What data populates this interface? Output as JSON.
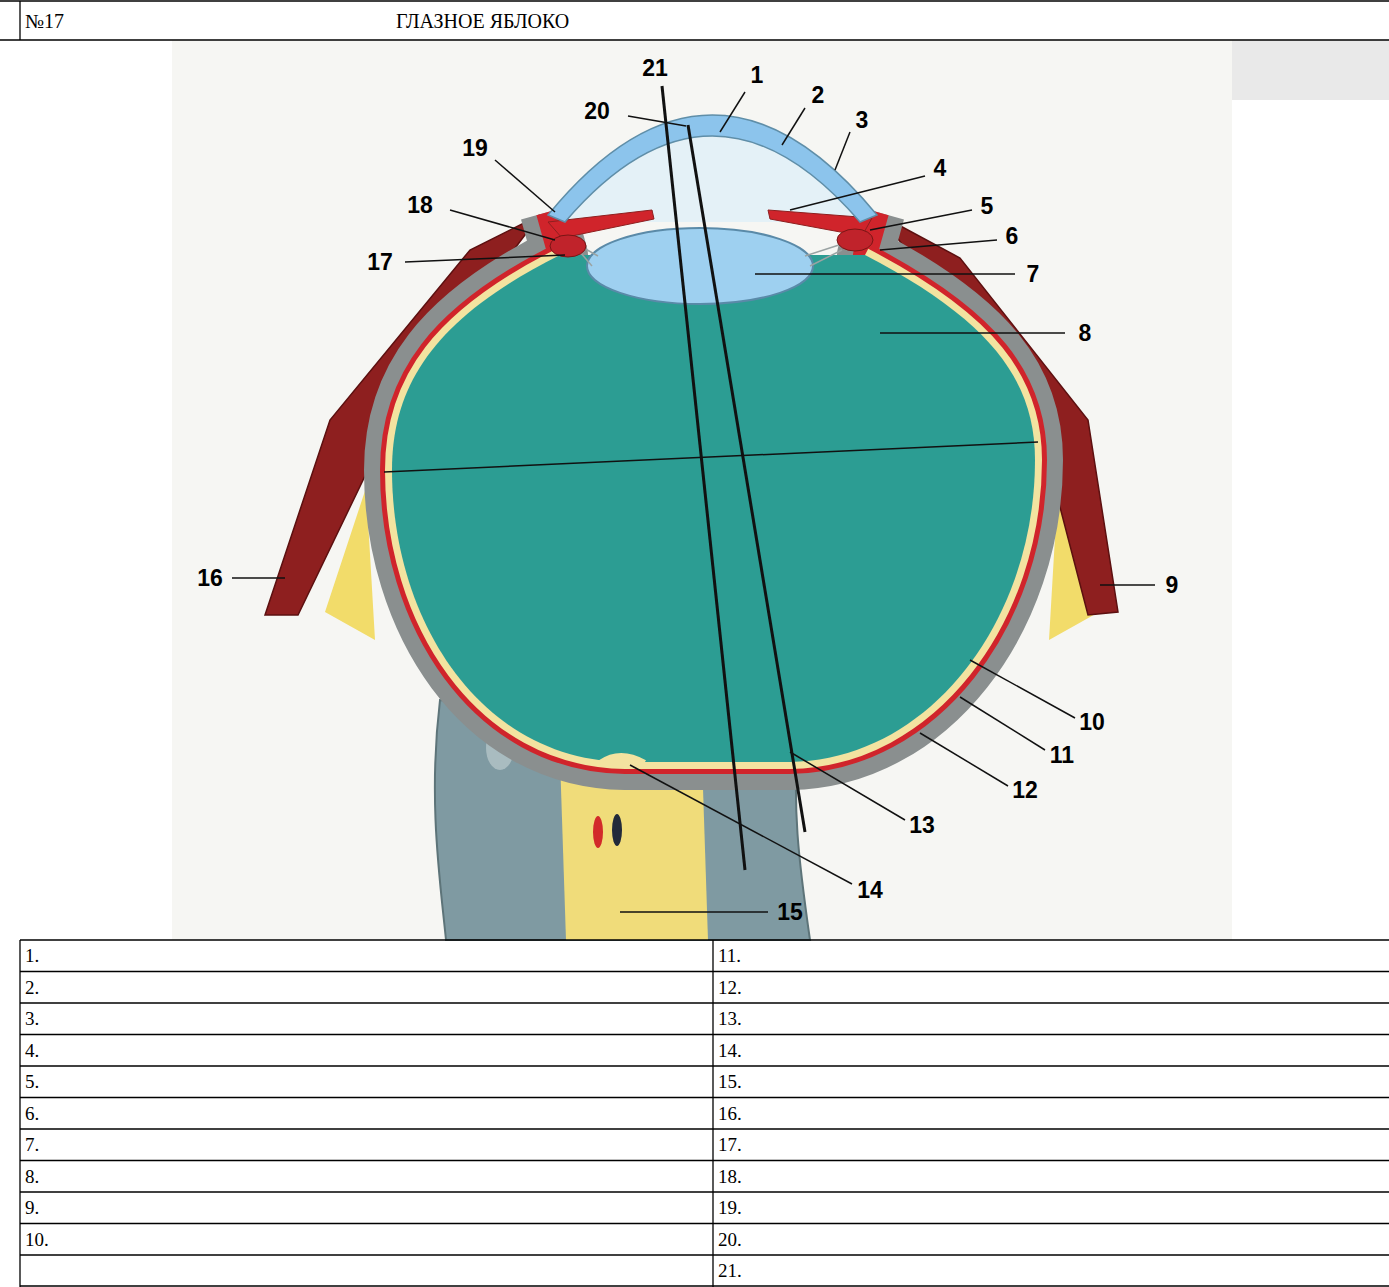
{
  "diagram": {
    "title": "ГЛАЗНОЕ ЯБЛОКО",
    "labels": [
      "№17",
      "1",
      "2",
      "3",
      "4",
      "5",
      "6",
      "7",
      "8",
      "9",
      "10",
      "11",
      "12",
      "13",
      "14",
      "15",
      "16",
      "17",
      "18",
      "19",
      "20",
      "21",
      "1.",
      "2.",
      "3.",
      "4.",
      "5.",
      "6.",
      "7.",
      "8.",
      "9.",
      "10.",
      "11.",
      "12.",
      "13.",
      "14.",
      "15.",
      "16.",
      "17.",
      "18.",
      "19.",
      "20.",
      "21."
    ]
  }
}
